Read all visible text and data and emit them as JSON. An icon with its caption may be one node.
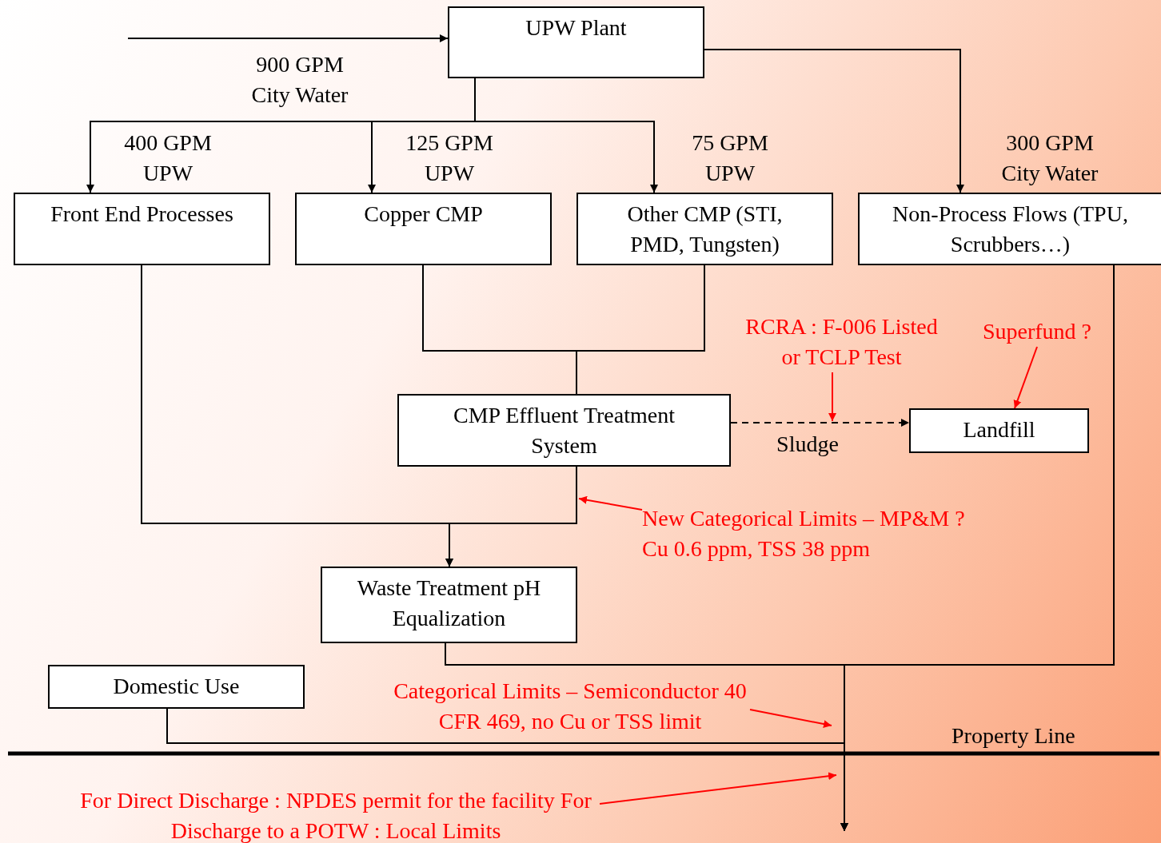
{
  "diagram": {
    "nodes": [
      {
        "text": [
          "UPW Plant"
        ]
      },
      {
        "text": [
          "Front End Processes"
        ]
      },
      {
        "text": [
          "Copper CMP"
        ]
      },
      {
        "text": [
          "Other CMP (STI, PMD, Tungsten)"
        ]
      },
      {
        "text": [
          "Non-Process Flows (TPU, Scrubbers…)"
        ]
      },
      {
        "text": [
          "CMP Effluent Treatment System"
        ]
      },
      {
        "text": [
          "Landfill"
        ]
      },
      {
        "text": [
          "Waste Treatment pH Equalization"
        ]
      },
      {
        "text": [
          "Domestic Use"
        ]
      },
      {
        "text": [
          "RCRA : F-006 Listed or TCLP Test"
        ]
      },
      {
        "text": [
          "Superfund ?"
        ]
      },
      {
        "text": [
          "New Categorical Limits – MP&M ? Cu 0.6 ppm, TSS 38 ppm"
        ]
      },
      {
        "text": [
          "Categorical Limits – Semiconductor 40 CFR 469, no Cu or TSS limit"
        ]
      },
      {
        "text": [
          "For Direct Discharge : NPDES permit for the facility For Discharge to a POTW : Local Limits"
        ]
      }
    ],
    "edges": [
      {
        "from": null,
        "to": 0,
        "arrow": "to",
        "label": "900 GPM City Water"
      },
      {
        "from": 0,
        "to": 1,
        "arrow": "to",
        "label": "400 GPM UPW"
      },
      {
        "from": 0,
        "to": 2,
        "arrow": "to",
        "label": "125 GPM UPW"
      },
      {
        "from": 0,
        "to": 3,
        "arrow": "to",
        "label": "75 GPM UPW"
      },
      {
        "from": 0,
        "to": 4,
        "arrow": "to",
        "label": "300 GPM City Water"
      },
      {
        "from": 2,
        "to": 5,
        "arrow": "none"
      },
      {
        "from": 3,
        "to": 5,
        "arrow": "none"
      },
      {
        "from": 5,
        "to": 6,
        "arrow": "to",
        "label": "Sludge",
        "style": "dashed"
      },
      {
        "from": 5,
        "to": 7,
        "arrow": "to"
      },
      {
        "from": 1,
        "to": 7,
        "arrow": "to"
      },
      {
        "from": 7,
        "to": null,
        "arrow": "to"
      },
      {
        "from": 4,
        "to": null,
        "arrow": "to"
      },
      {
        "from": 8,
        "to": null,
        "arrow": "to"
      },
      {
        "from": 9,
        "to": null,
        "arrow": "to",
        "color": "#ff0000"
      },
      {
        "from": 10,
        "to": 6,
        "arrow": "to",
        "color": "#ff0000"
      },
      {
        "from": 11,
        "to": null,
        "arrow": "to",
        "color": "#ff0000"
      },
      {
        "from": 12,
        "to": null,
        "arrow": "to",
        "color": "#ff0000"
      },
      {
        "from": 13,
        "to": null,
        "arrow": "to",
        "color": "#ff0000"
      }
    ],
    "labels": [
      "Property Line"
    ]
  }
}
